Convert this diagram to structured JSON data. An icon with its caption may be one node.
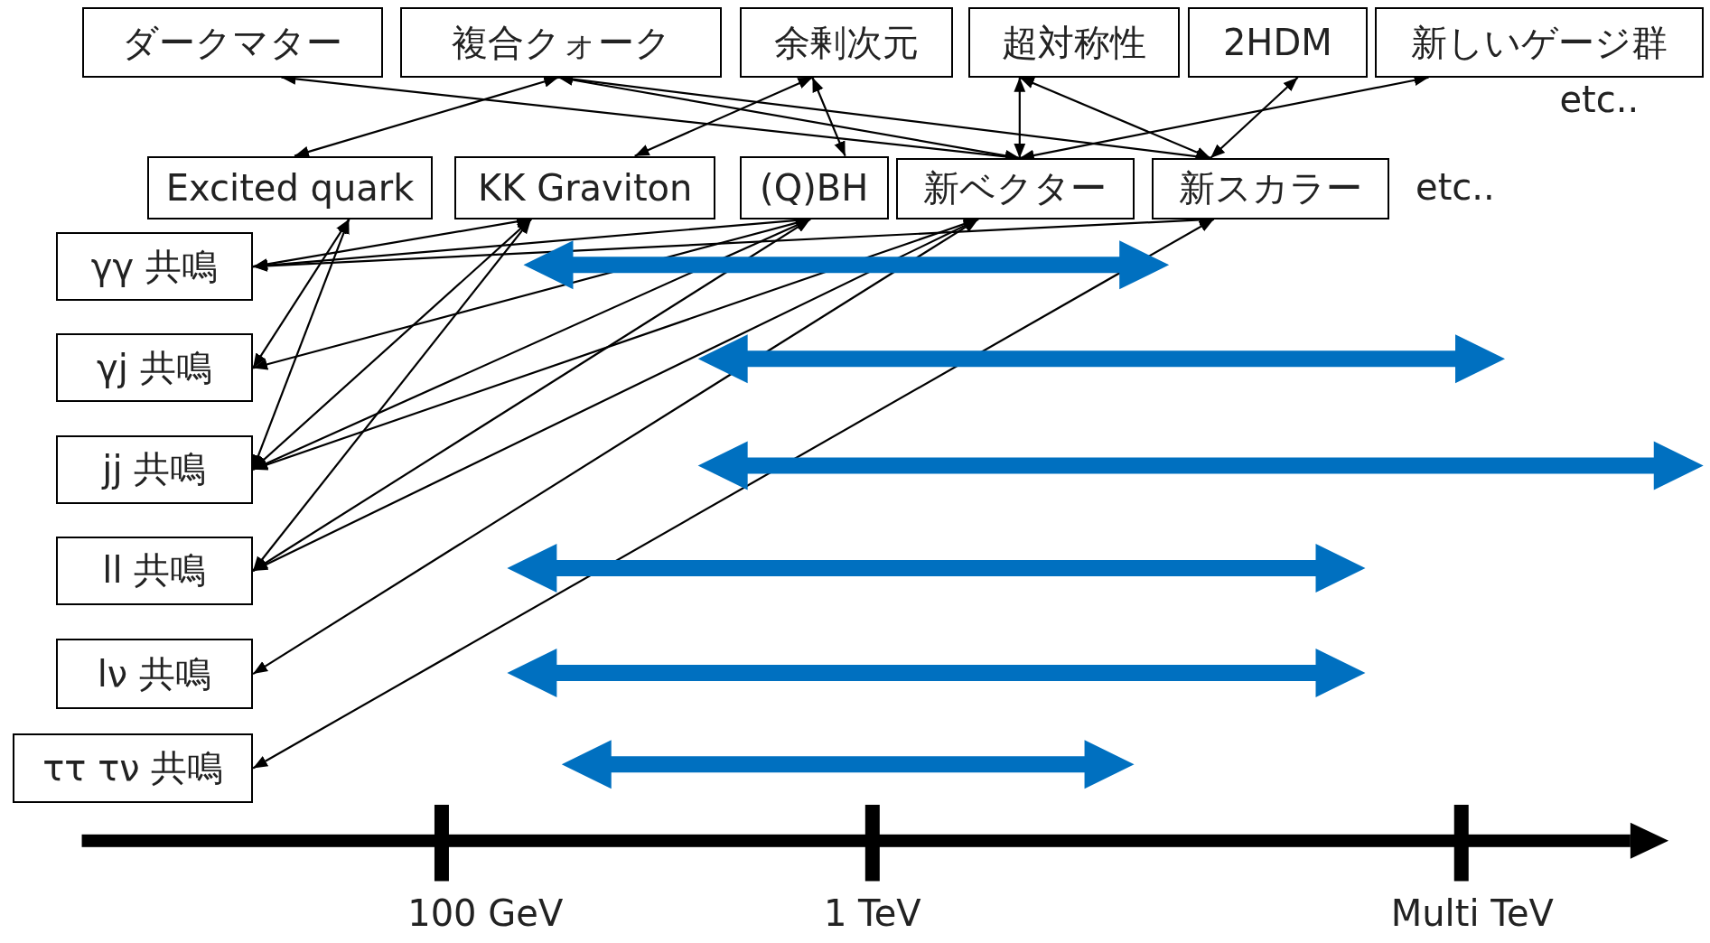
{
  "diagram": {
    "nodes": [
      {
        "text": [
          "ダークマター"
        ]
      },
      {
        "text": [
          "複合クォーク"
        ]
      },
      {
        "text": [
          "余剰次元"
        ]
      },
      {
        "text": [
          "超対称性"
        ]
      },
      {
        "text": [
          "2HDM"
        ]
      },
      {
        "text": [
          "新しいゲージ群"
        ]
      },
      {
        "text": [
          "Excited quark"
        ]
      },
      {
        "text": [
          "KK Graviton"
        ]
      },
      {
        "text": [
          "(Q)BH"
        ]
      },
      {
        "text": [
          "新ベクター"
        ]
      },
      {
        "text": [
          "新スカラー"
        ]
      },
      {
        "text": [
          "γγ 共鳴"
        ]
      },
      {
        "text": [
          "γj 共鳴"
        ]
      },
      {
        "text": [
          "jj 共鳴"
        ]
      },
      {
        "text": [
          "ll 共鳴"
        ]
      },
      {
        "text": [
          "lν 共鳴"
        ]
      },
      {
        "text": [
          "ττ τν 共鳴"
        ]
      }
    ],
    "edges": [
      {
        "from": 0,
        "to": 9,
        "arrow": "both"
      },
      {
        "from": 1,
        "to": 6,
        "arrow": "both"
      },
      {
        "from": 1,
        "to": 9,
        "arrow": "both"
      },
      {
        "from": 1,
        "to": 10,
        "arrow": "both"
      },
      {
        "from": 2,
        "to": 7,
        "arrow": "both"
      },
      {
        "from": 2,
        "to": 8,
        "arrow": "both"
      },
      {
        "from": 3,
        "to": 9,
        "arrow": "both"
      },
      {
        "from": 3,
        "to": 10,
        "arrow": "both"
      },
      {
        "from": 4,
        "to": 10,
        "arrow": "both"
      },
      {
        "from": 5,
        "to": 9,
        "arrow": "both"
      },
      {
        "from": 6,
        "to": 12,
        "arrow": "both"
      },
      {
        "from": 6,
        "to": 13,
        "arrow": "both"
      },
      {
        "from": 7,
        "to": 11,
        "arrow": "both"
      },
      {
        "from": 7,
        "to": 13,
        "arrow": "both"
      },
      {
        "from": 7,
        "to": 14,
        "arrow": "both"
      },
      {
        "from": 8,
        "to": 11,
        "arrow": "both"
      },
      {
        "from": 8,
        "to": 12,
        "arrow": "both"
      },
      {
        "from": 8,
        "to": 13,
        "arrow": "both"
      },
      {
        "from": 8,
        "to": 14,
        "arrow": "both"
      },
      {
        "from": 9,
        "to": 13,
        "arrow": "both"
      },
      {
        "from": 9,
        "to": 14,
        "arrow": "both"
      },
      {
        "from": 9,
        "to": 15,
        "arrow": "both"
      },
      {
        "from": 10,
        "to": 11,
        "arrow": "both"
      },
      {
        "from": 10,
        "to": 16,
        "arrow": "both"
      }
    ],
    "labels": [
      "etc..",
      "etc..",
      "100 GeV",
      "1 TeV",
      "Multi TeV"
    ]
  }
}
